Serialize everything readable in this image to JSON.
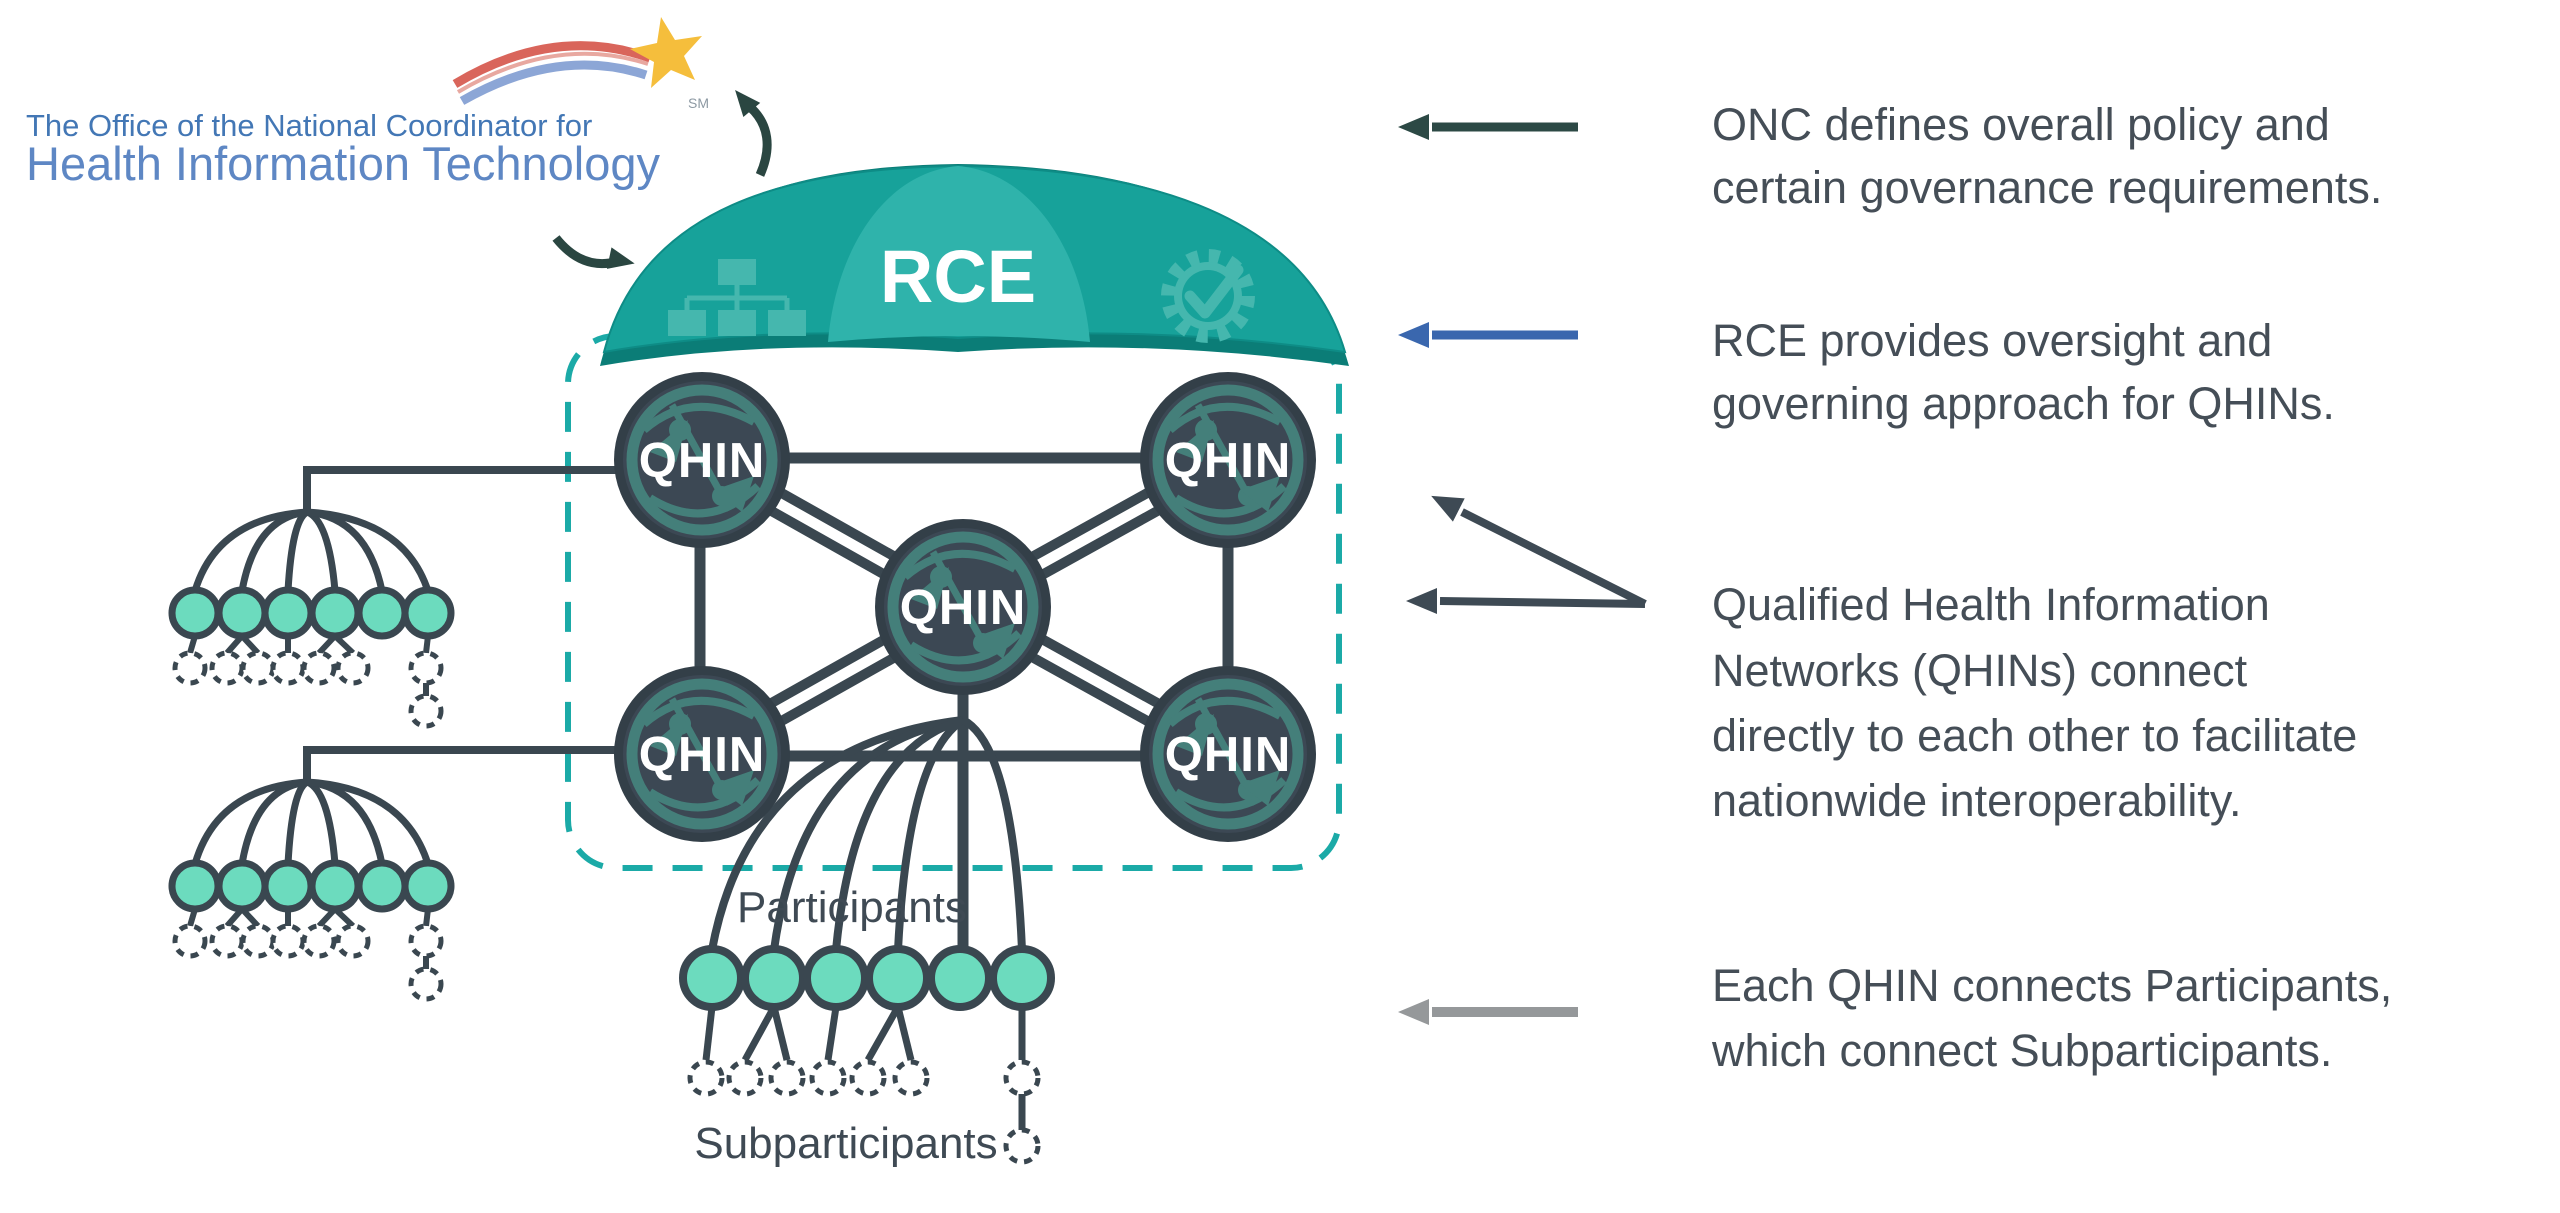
{
  "logo": {
    "line1": "The Office of the National Coordinator for",
    "line2": "Health Information Technology",
    "trademark": "SM"
  },
  "diagram": {
    "rce_label": "RCE",
    "qhin_label": "QHIN",
    "participants_label": "Participants",
    "subparticipants_label": "Subparticipants",
    "colors": {
      "umbrella_rim": "#0B7D77",
      "umbrella_main": "#17A29A",
      "umbrella_panel": "#2FB3AB",
      "umbrella_icon": "#45B7AE",
      "participant_mint": "#6CDBBE",
      "line_slate": "#3A4750",
      "qhin_disk": "#3C4854",
      "qhin_ring": "#447F7A",
      "dashed_boundary": "#1BAAA7",
      "logo_blue": "#4377B5",
      "star_gold": "#F5BE3C",
      "swoosh_red": "#D9655B",
      "swoosh_blue": "#8CA6D6",
      "annotation_text": "#454E57"
    }
  },
  "annotations": [
    {
      "arrow_color": "#2C4945",
      "lines": [
        "ONC defines overall policy and",
        "certain governance requirements."
      ]
    },
    {
      "arrow_color": "#3A67AE",
      "lines": [
        "RCE provides oversight and",
        "governing approach for QHINs."
      ]
    },
    {
      "arrow_color": "#3E4A54",
      "lines": [
        "Qualified Health Information",
        "Networks (QHINs) connect",
        "directly to each other to facilitate",
        "nationwide interoperability."
      ]
    },
    {
      "arrow_color": "#95989A",
      "lines": [
        "Each QHIN connects Participants,",
        "which connect Subparticipants."
      ]
    }
  ]
}
